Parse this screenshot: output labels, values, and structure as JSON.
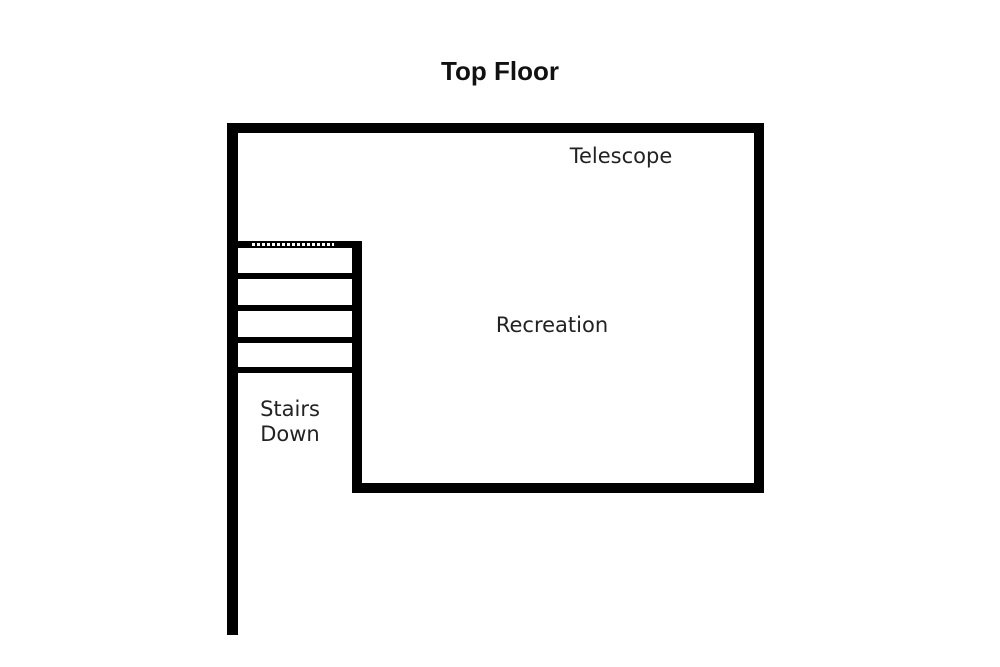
{
  "title": "Top Floor",
  "rooms": {
    "telescope": "Telescope",
    "recreation": "Recreation",
    "stairs_line1": "Stairs",
    "stairs_line2": "Down"
  },
  "colors": {
    "wall": "#000000",
    "background": "#ffffff"
  }
}
